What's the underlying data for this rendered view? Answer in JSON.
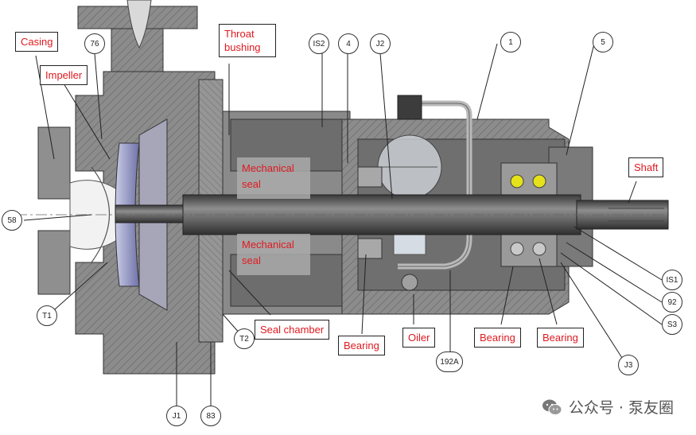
{
  "labels": {
    "casing": "Casing",
    "impeller": "Impeller",
    "throat_bushing": "Throat\nbushing",
    "shaft": "Shaft",
    "mech_seal_top": "Mechanical\nseal",
    "mech_seal_bottom": "Mechanical\nseal",
    "seal_chamber": "Seal chamber",
    "bearing_left": "Bearing",
    "oiler": "Oiler",
    "bearing_mid": "Bearing",
    "bearing_right": "Bearing"
  },
  "callouts": {
    "c76": "76",
    "c58": "58",
    "cT1": "T1",
    "cT2": "T2",
    "cJ1": "J1",
    "c83": "83",
    "cIS2": "IS2",
    "c4": "4",
    "cJ2": "J2",
    "c1": "1",
    "c5": "5",
    "cIS1": "IS1",
    "c92": "92",
    "cS3": "S3",
    "cJ3": "J3",
    "c192A": "192A"
  },
  "watermark": {
    "text": "公众号 · 泵友圈",
    "icon": "wechat-icon"
  },
  "colors": {
    "label_text": "#e0191f",
    "metal": "#8a8a8a",
    "shaft": "#6b6b6b",
    "bearing_ball": "#e6e21a"
  }
}
